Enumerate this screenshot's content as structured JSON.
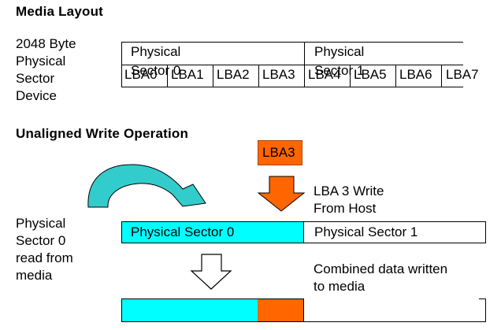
{
  "media_layout": {
    "heading": "Media Layout",
    "device_label": [
      "2048 Byte",
      "Physical",
      "Sector",
      "Device"
    ],
    "sectors": [
      "Physical Sector 0",
      "Physical Sector 1"
    ],
    "lbas": [
      "LBA0",
      "LBA1",
      "LBA2",
      "LBA3",
      "LBA4",
      "LBA5",
      "LBA6",
      "LBA7"
    ]
  },
  "unaligned": {
    "heading": "Unaligned Write Operation",
    "host_block": "LBA3",
    "host_write_label": [
      "LBA 3 Write",
      "From Host"
    ],
    "read_label": [
      "Physical",
      "Sector 0",
      "read from",
      "media"
    ],
    "sector0": "Physical Sector 0",
    "sector1": "Physical Sector 1",
    "combined_label": [
      "Combined data written",
      "to media"
    ]
  },
  "colors": {
    "cyan": "#00ffff",
    "orange": "#ff6600",
    "teal_arrow": "#33cccc",
    "line": "#000000"
  }
}
